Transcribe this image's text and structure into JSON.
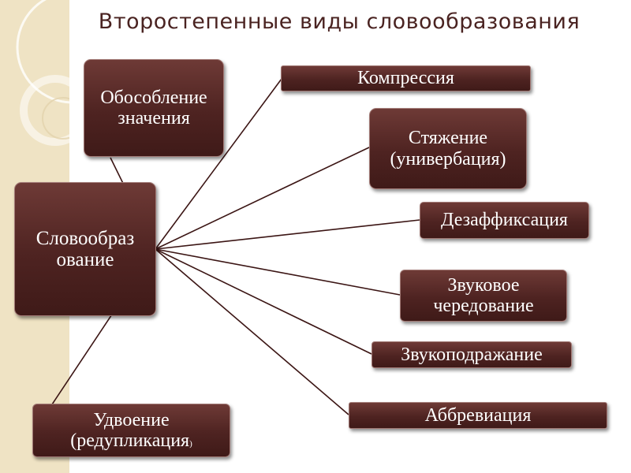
{
  "slide": {
    "title": "Второстепенные виды словообразования"
  },
  "diagram": {
    "central": "Словообразование",
    "central_lines": [
      "Словообраз",
      "ование"
    ],
    "top_left": {
      "lines": [
        "Обособление",
        "значения"
      ]
    },
    "bottom_left": {
      "line1": "Удвоение",
      "line2_main": "(редупликация",
      "line2_end": ")"
    },
    "right": [
      {
        "label": "Компрессия"
      },
      {
        "lines": [
          "Стяжение",
          "(универбация)"
        ]
      },
      {
        "label": "Дезаффиксация"
      },
      {
        "lines": [
          "Звуковое",
          "чередование"
        ]
      },
      {
        "label": "Звукоподражание"
      },
      {
        "label": "Аббревиация"
      }
    ]
  },
  "colors": {
    "box_fill": "#4e2321",
    "connector": "#3b1514",
    "title": "#4a2321",
    "side_strip": "#efe3c4"
  }
}
